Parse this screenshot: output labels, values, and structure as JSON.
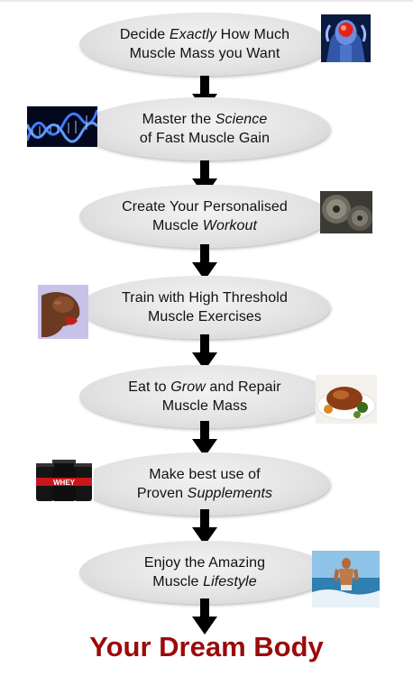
{
  "steps": [
    {
      "line1_a": "Decide ",
      "line1_em": "Exactly",
      "line1_b": " How Much",
      "line2_a": "Muscle Mass you Want",
      "line2_em": "",
      "line2_b": "",
      "image": "brain-scan-image"
    },
    {
      "line1_a": "Master the ",
      "line1_em": "Science",
      "line1_b": "",
      "line2_a": "of Fast Muscle Gain",
      "line2_em": "",
      "line2_b": "",
      "image": "dna-helix-image"
    },
    {
      "line1_a": "Create Your Personalised",
      "line1_em": "",
      "line1_b": "",
      "line2_a": "Muscle ",
      "line2_em": "Workout",
      "line2_b": "",
      "image": "weight-plates-image"
    },
    {
      "line1_a": "Train with High Threshold",
      "line1_em": "",
      "line1_b": "",
      "line2_a": "Muscle Exercises",
      "line2_em": "",
      "line2_b": "",
      "image": "flexing-arm-image"
    },
    {
      "line1_a": "Eat to ",
      "line1_em": "Grow",
      "line1_b": " and Repair",
      "line2_a": "Muscle Mass",
      "line2_em": "",
      "line2_b": "",
      "image": "roast-dinner-image"
    },
    {
      "line1_a": "Make best use of",
      "line1_em": "",
      "line1_b": "",
      "line2_a": "Proven ",
      "line2_em": "Supplements",
      "line2_b": "",
      "image": "whey-tubs-image"
    },
    {
      "line1_a": "Enjoy the Amazing",
      "line1_em": "",
      "line1_b": "",
      "line2_a": "Muscle ",
      "line2_em": "Lifestyle",
      "line2_b": "",
      "image": "beach-man-image"
    }
  ],
  "whey_label": "WHEY",
  "footer_title": "Your Dream Body",
  "colors": {
    "accent": "#9b0a0a",
    "arrow": "#000000",
    "ellipse": "#e4e4e4"
  }
}
